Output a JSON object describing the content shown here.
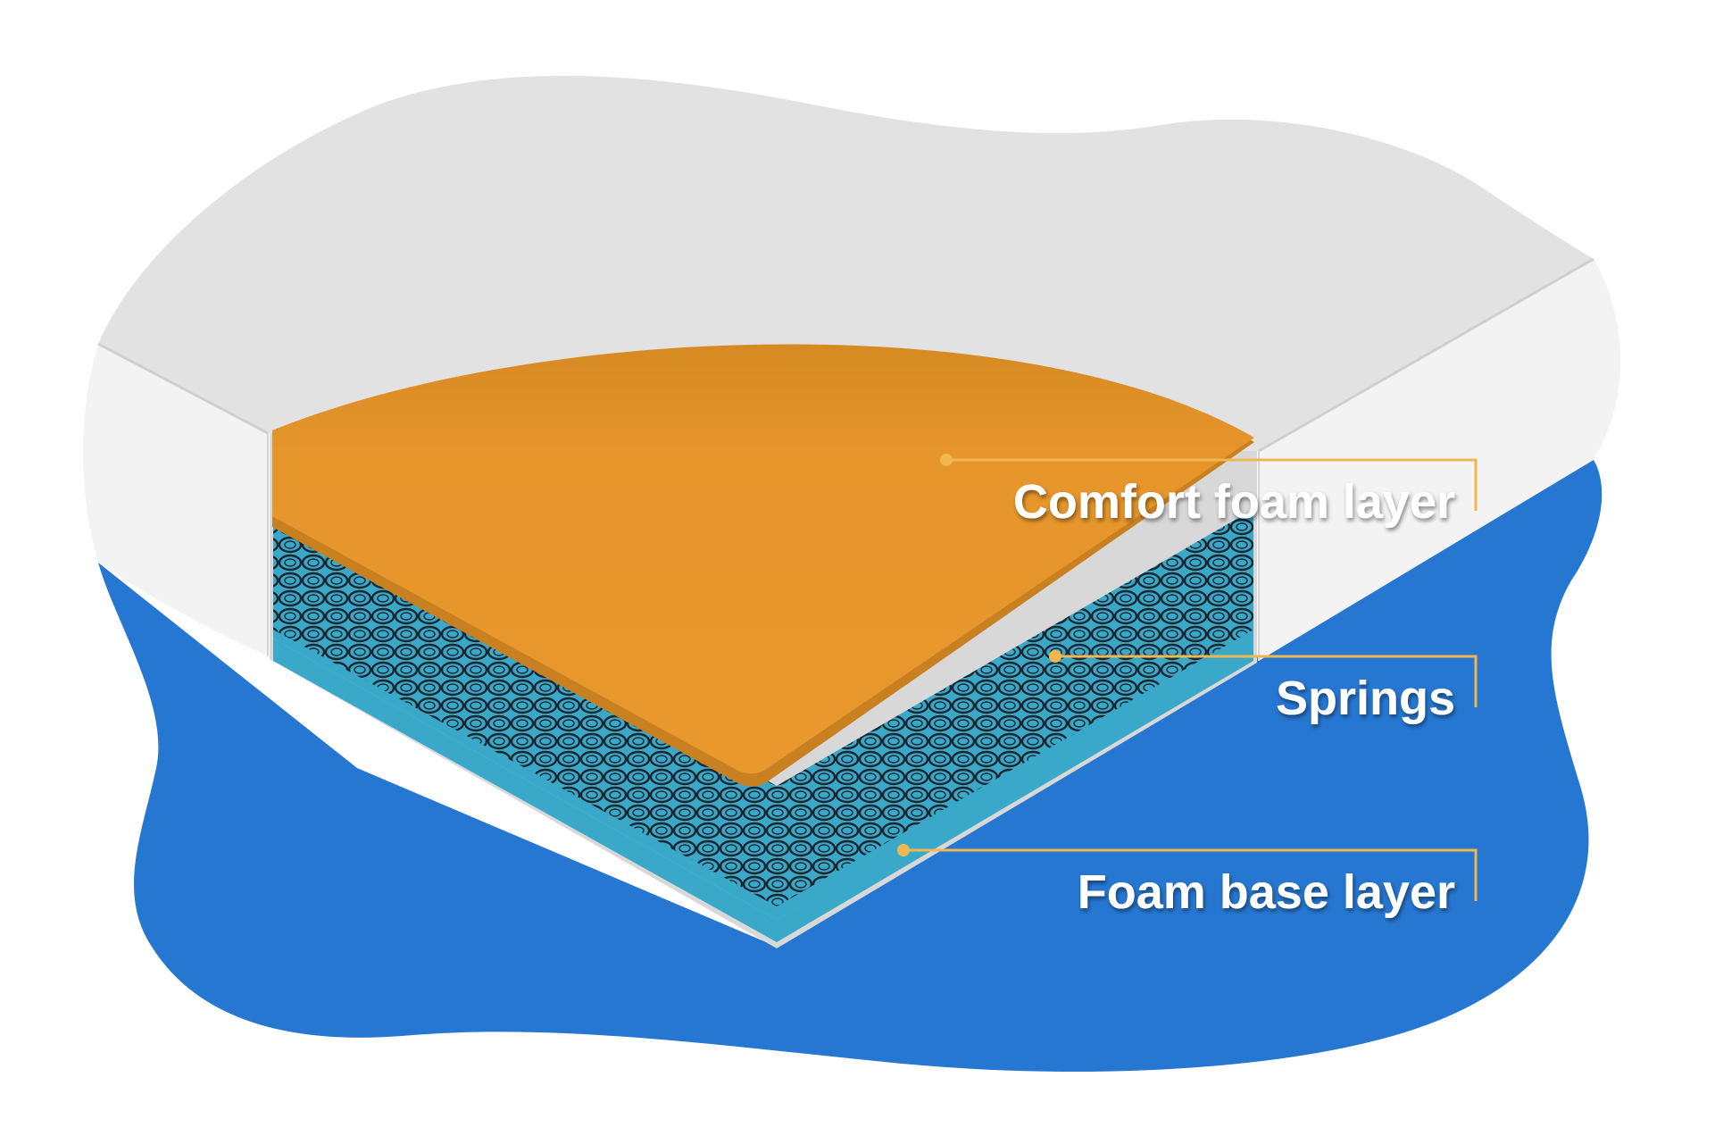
{
  "diagram": {
    "layers": [
      {
        "id": "comfort",
        "label": "Comfort foam layer"
      },
      {
        "id": "springs",
        "label": "Springs"
      },
      {
        "id": "base",
        "label": "Foam base layer"
      }
    ]
  },
  "colors": {
    "blob": "#2677d2",
    "mattress_top": "#e2e2e2",
    "mattress_side": "#f3f3f3",
    "comfort_foam": "#e6952b",
    "comfort_foam_edge": "#c98020",
    "springs_coil": "#1b1f26",
    "springs_fill": "#3aa9c9",
    "base_foam": "#3aa9c9",
    "base_foam_dark": "#2f8fae",
    "leader_line": "#f0b650"
  }
}
